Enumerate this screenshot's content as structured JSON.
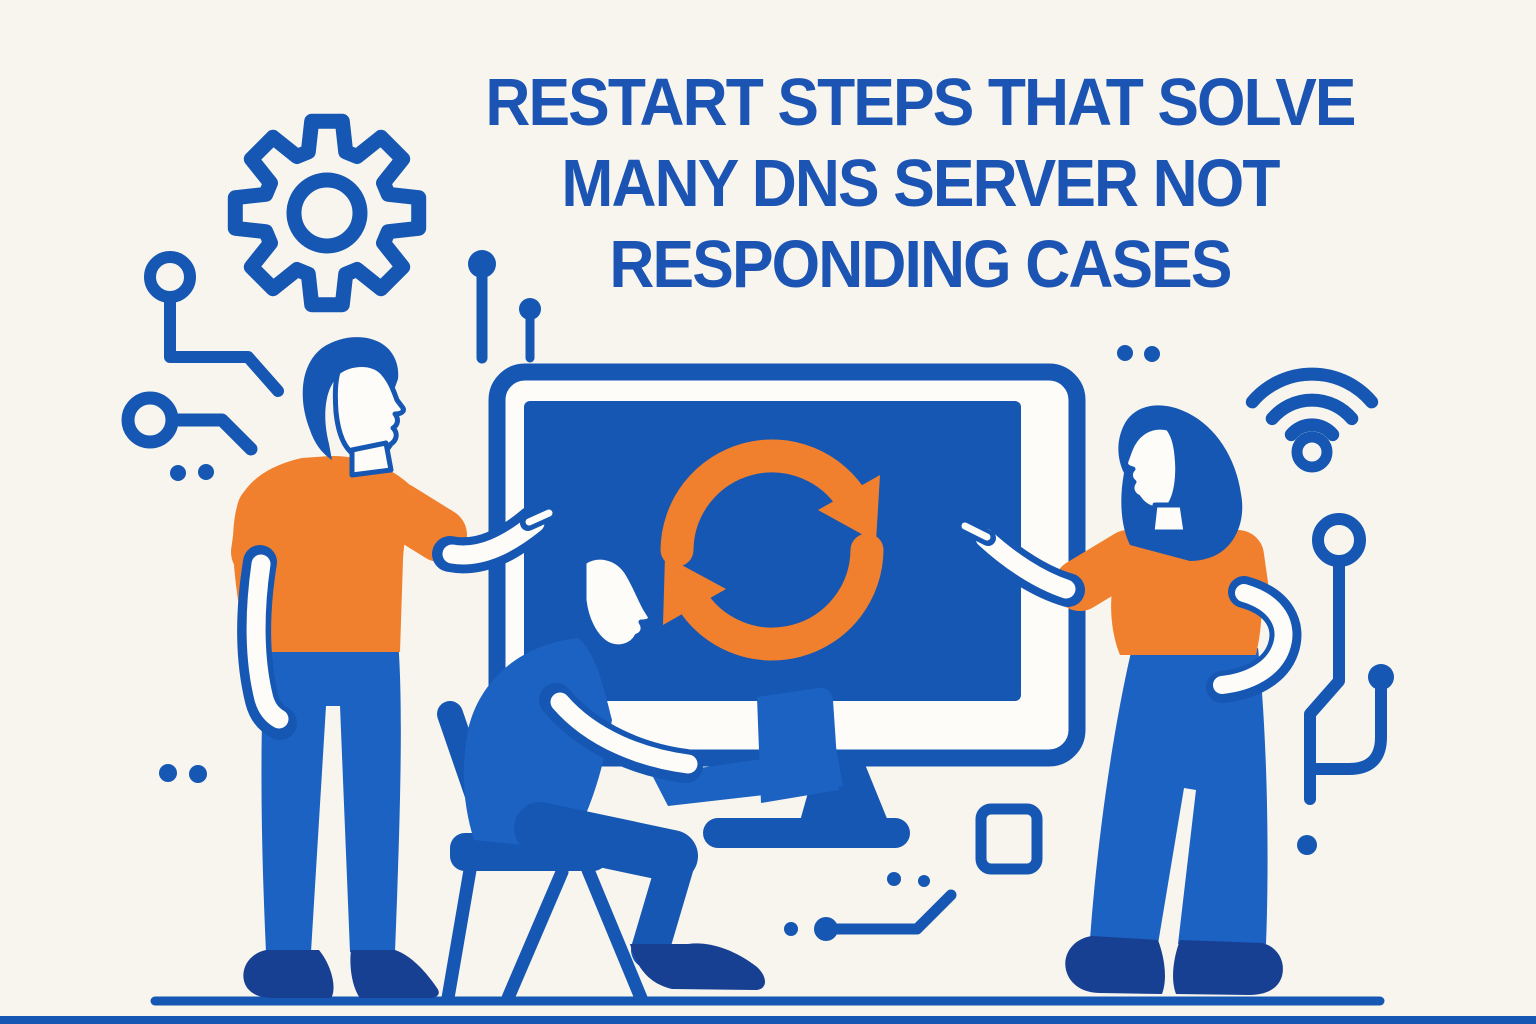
{
  "meta": {
    "description": "Flat vector tech illustration: three people around a large monitor showing a refresh symbol, with gear, wifi and circuit-board decorations"
  },
  "title": {
    "lines": [
      "RESTART STEPS THAT SOLVE",
      "MANY DNS SERVER NOT",
      "RESPONDING CASES"
    ]
  },
  "colors": {
    "background": "#f8f5ef",
    "primary_blue": "#1557b2",
    "bright_blue": "#1b62c2",
    "dark_blue": "#173f92",
    "orange": "#f0802d",
    "title_blue": "#1b54b2",
    "white": "#fdfcf9"
  },
  "icons": [
    {
      "name": "gear-icon",
      "style": "outlined",
      "color": "primary_blue"
    },
    {
      "name": "refresh-icon",
      "style": "solid",
      "color": "orange",
      "location": "monitor-screen"
    },
    {
      "name": "wifi-icon",
      "style": "outlined",
      "color": "primary_blue"
    },
    {
      "name": "circuit-trace-icons",
      "style": "outlined",
      "color": "primary_blue"
    },
    {
      "name": "pin-icons",
      "style": "solid",
      "color": "primary_blue"
    },
    {
      "name": "square-accent",
      "style": "outlined",
      "color": "primary_blue"
    },
    {
      "name": "dot-accents",
      "style": "solid",
      "color": "primary_blue"
    }
  ],
  "figures": [
    {
      "name": "standing-man-pointing",
      "shirt": "orange",
      "pants": "blue",
      "pose": "pointing at monitor from left"
    },
    {
      "name": "seated-man-with-laptop",
      "shirt": "blue",
      "pose": "seated on chair typing on laptop"
    },
    {
      "name": "standing-woman-pointing",
      "shirt": "orange",
      "pants": "blue",
      "pose": "pointing at monitor from right, hand on hip"
    },
    {
      "name": "monitor-with-refresh-symbol",
      "screen": "blue",
      "symbol": "orange refresh arrows"
    }
  ]
}
